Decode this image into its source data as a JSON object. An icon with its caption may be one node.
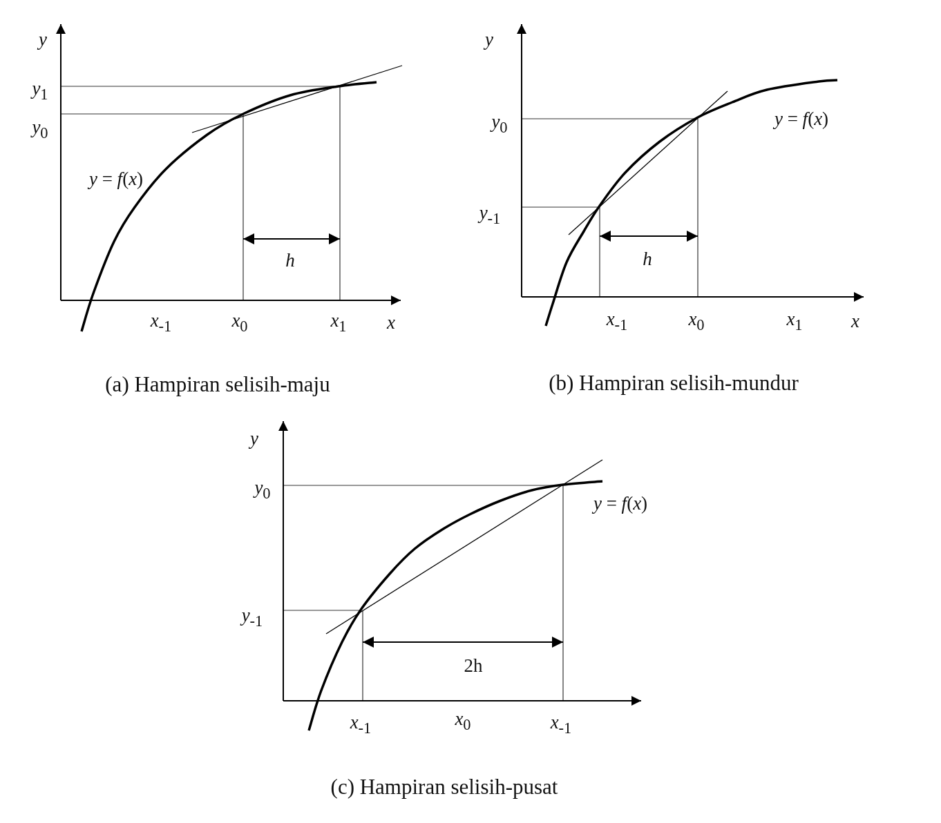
{
  "diagram": {
    "labels": [
      "*y*",
      "*y*$_{1}$",
      "*y*$_{0}$",
      "*y* = *f*(*x*)",
      "*h*",
      "*x*$_{-1}$",
      "*x*$_{0}$",
      "*x*$_{1}$",
      "*x*",
      "(a) Hampiran selisih-maju",
      "*y*",
      "*y*$_{0}$",
      "*y* = *f*(*x*)",
      "*y*$_{-1}$",
      "*h*",
      "*x*$_{-1}$",
      "*x*$_{0}$",
      "*x*$_{1}$",
      "*x*",
      "(b) Hampiran selisih-mundur",
      "*y*",
      "*y*$_{0}$",
      "*y* = *f*(*x*)",
      "*y*$_{-1}$",
      "2h",
      "*x*$_{-1}$",
      "*x*$_{0}$",
      "*x*$_{-1}$",
      "(c) Hampiran selisih-pusat"
    ]
  }
}
